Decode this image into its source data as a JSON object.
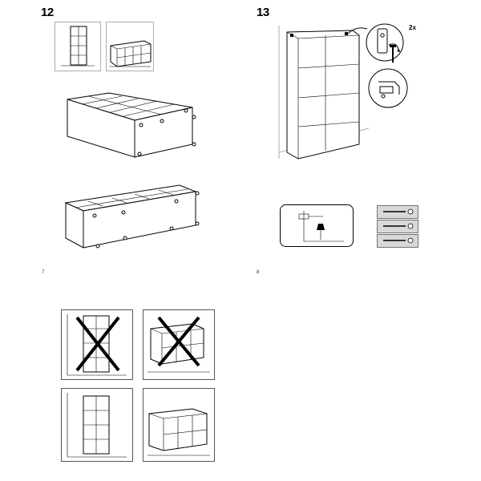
{
  "page_left": {
    "step_number": "12",
    "page_number": "7"
  },
  "page_right": {
    "step_number": "13",
    "quantity": "2x",
    "page_number": "8"
  },
  "icons": {
    "upright_shelf": "upright-shelf-icon",
    "horizontal_shelf": "horizontal-shelf-icon",
    "wall_bracket": "wall-bracket-icon",
    "screw": "screw-icon",
    "anchor_plug": "wall-anchor-icon",
    "cross_mark": "x-mark-icon"
  },
  "colors": {
    "line": "#000000",
    "gray_fill": "#d0d0d0",
    "panel_border": "#555555"
  }
}
